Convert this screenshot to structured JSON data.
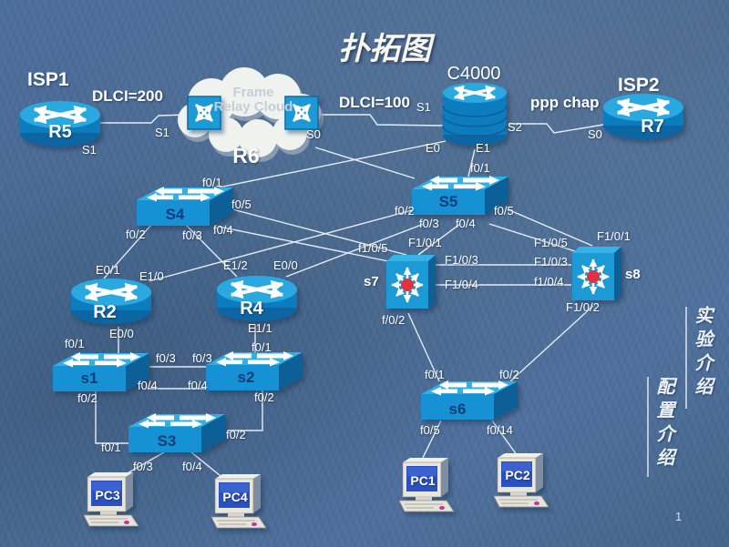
{
  "slide": {
    "title": "扑拓图",
    "page_number": "1",
    "note_top": "实验介绍",
    "note_bottom": "配置介绍"
  },
  "cloud": {
    "text": "Frame Relay Cloud",
    "label": "R6"
  },
  "links": {
    "dlci_left": "DLCI=200",
    "dlci_right": "DLCI=100",
    "ppp": "ppp chap"
  },
  "devices": {
    "isp1": "ISP1",
    "r5": "R5",
    "isp2": "ISP2",
    "r7": "R7",
    "c4000": "C4000",
    "r2": "R2",
    "r4": "R4",
    "s4": "S4",
    "s5": "S5",
    "s7": "s7",
    "s8": "s8",
    "s1": "s1",
    "s2": "s2",
    "s3": "S3",
    "s6": "s6",
    "pc1": "PC1",
    "pc2": "PC2",
    "pc3": "PC3",
    "pc4": "PC4"
  },
  "ports": [
    "S1",
    "S1",
    "S0",
    "S1",
    "S2",
    "S0",
    "E0",
    "E1",
    "f0/1",
    "f0/5",
    "f0/4",
    "f0/3",
    "f0/2",
    "f0/1",
    "f0/2",
    "f0/3",
    "f0/4",
    "f0/5",
    "f1/0/5",
    "F1/0/1",
    "F1/0/3",
    "F1/0/4",
    "f/0/2",
    "F1/0/1",
    "F1/0/5",
    "F1/0/3",
    "f1/0/4",
    "F1/0/2",
    "E0/1",
    "E1/0",
    "E1/2",
    "E0/0",
    "E0/0",
    "f0/1",
    "E1/1",
    "f0/1",
    "f0/3",
    "f0/3",
    "f0/4",
    "f0/4",
    "f0/2",
    "f0/2",
    "f0/1",
    "f0/2",
    "f0/3",
    "f0/4",
    "f0/1",
    "f0/2",
    "f0/5",
    "f0/14"
  ],
  "colors": {
    "background": "#4a6b96",
    "device_blue": "#1a9ad6",
    "device_dark": "#0a5f98",
    "device_light": "#30b0e6",
    "cloud_white": "#f0f2f0",
    "screen_blue": "#2a51c4",
    "multilayer_center_red": "#e23040",
    "line_white": "#eef3f8"
  }
}
